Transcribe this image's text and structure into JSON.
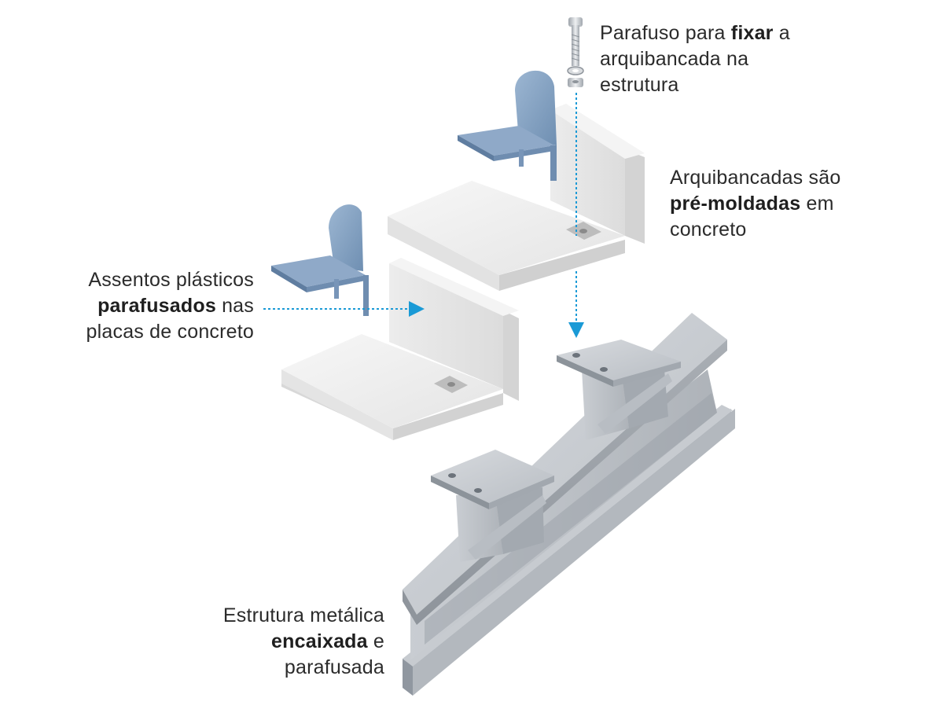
{
  "labels": {
    "bolt": {
      "line1_pre": "Parafuso para ",
      "line1_bold": "fixar",
      "line1_post": " a",
      "line2": "arquibancada na",
      "line3": "estrutura"
    },
    "stands": {
      "line1": "Arquibancadas são",
      "line2_bold": "pré-moldadas",
      "line2_post": " em",
      "line3": "concreto"
    },
    "seats": {
      "line1": "Assentos plásticos",
      "line2_bold": "parafusados",
      "line2_post": " nas",
      "line3": "placas de concreto"
    },
    "structure": {
      "line1": "Estrutura metálica",
      "line2_bold": "encaixada",
      "line2_post": " e",
      "line3": "parafusada"
    }
  },
  "colors": {
    "text": "#2b2b2b",
    "arrow": "#1a9ad6",
    "seat": "#7f9fc2",
    "concrete": "#f2f2f2",
    "steel": "#bfc4c9"
  }
}
